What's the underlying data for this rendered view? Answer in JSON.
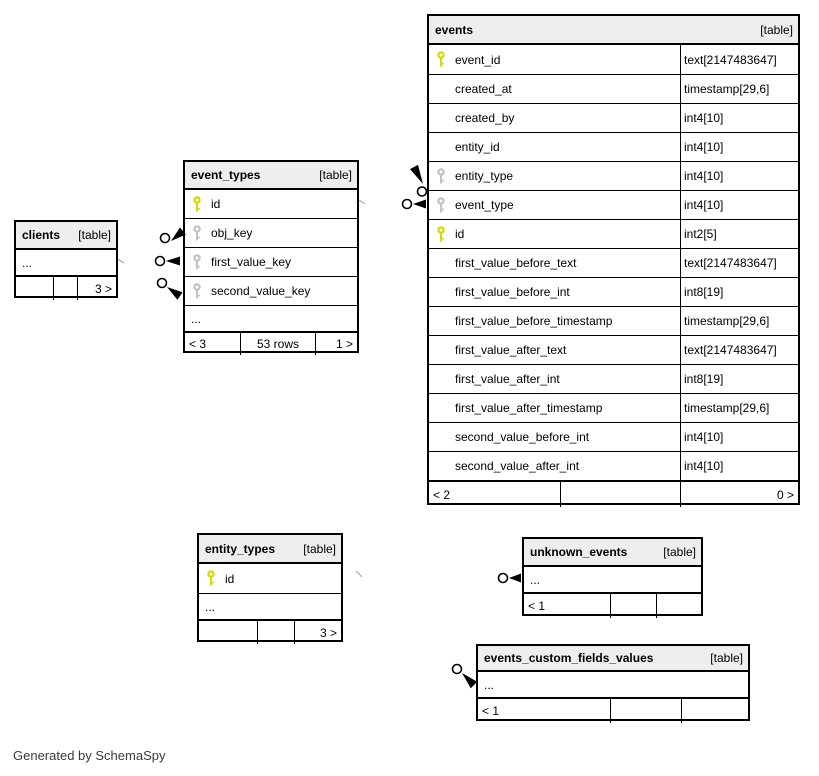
{
  "note": "Generated by SchemaSpy",
  "colors": {
    "header_bg": "#eeeeee",
    "primary_key": "#d8d800",
    "foreign_key": "#c2c2c2",
    "border": "#000000"
  },
  "icons": {
    "primary_key": "key-icon-yellow",
    "foreign_key": "key-icon-gray",
    "relationship_end": "circle-arrow-icon"
  },
  "tables": {
    "events": {
      "title": "events",
      "tag": "[table]",
      "columns": [
        {
          "name": "event_id",
          "type": "text[2147483647]",
          "key": "pk"
        },
        {
          "name": "created_at",
          "type": "timestamp[29,6]",
          "key": ""
        },
        {
          "name": "created_by",
          "type": "int4[10]",
          "key": ""
        },
        {
          "name": "entity_id",
          "type": "int4[10]",
          "key": ""
        },
        {
          "name": "entity_type",
          "type": "int4[10]",
          "key": "fk"
        },
        {
          "name": "event_type",
          "type": "int4[10]",
          "key": "fk"
        },
        {
          "name": "id",
          "type": "int2[5]",
          "key": "pk"
        },
        {
          "name": "first_value_before_text",
          "type": "text[2147483647]",
          "key": ""
        },
        {
          "name": "first_value_before_int",
          "type": "int8[19]",
          "key": ""
        },
        {
          "name": "first_value_before_timestamp",
          "type": "timestamp[29,6]",
          "key": ""
        },
        {
          "name": "first_value_after_text",
          "type": "text[2147483647]",
          "key": ""
        },
        {
          "name": "first_value_after_int",
          "type": "int8[19]",
          "key": ""
        },
        {
          "name": "first_value_after_timestamp",
          "type": "timestamp[29,6]",
          "key": ""
        },
        {
          "name": "second_value_before_int",
          "type": "int4[10]",
          "key": ""
        },
        {
          "name": "second_value_after_int",
          "type": "int4[10]",
          "key": ""
        }
      ],
      "footer": {
        "left": "< 2",
        "center": "",
        "right": "0 >"
      }
    },
    "event_types": {
      "title": "event_types",
      "tag": "[table]",
      "columns": [
        {
          "name": "id",
          "key": "pk"
        },
        {
          "name": "obj_key",
          "key": "fk"
        },
        {
          "name": "first_value_key",
          "key": "fk"
        },
        {
          "name": "second_value_key",
          "key": "fk"
        }
      ],
      "ellipsis": "...",
      "footer": {
        "left": "< 3",
        "center": "53 rows",
        "right": "1 >"
      }
    },
    "clients": {
      "title": "clients",
      "tag": "[table]",
      "ellipsis": "...",
      "footer": {
        "left": "",
        "center": "",
        "right": "3 >"
      }
    },
    "entity_types": {
      "title": "entity_types",
      "tag": "[table]",
      "columns": [
        {
          "name": "id",
          "key": "pk"
        }
      ],
      "ellipsis": "...",
      "footer": {
        "left": "",
        "center": "",
        "right": "3 >"
      }
    },
    "unknown_events": {
      "title": "unknown_events",
      "tag": "[table]",
      "ellipsis": "...",
      "footer": {
        "left": "< 1",
        "center": "",
        "right": ""
      }
    },
    "events_custom_fields_values": {
      "title": "events_custom_fields_values",
      "tag": "[table]",
      "ellipsis": "...",
      "footer": {
        "left": "< 1",
        "center": "",
        "right": ""
      }
    }
  }
}
